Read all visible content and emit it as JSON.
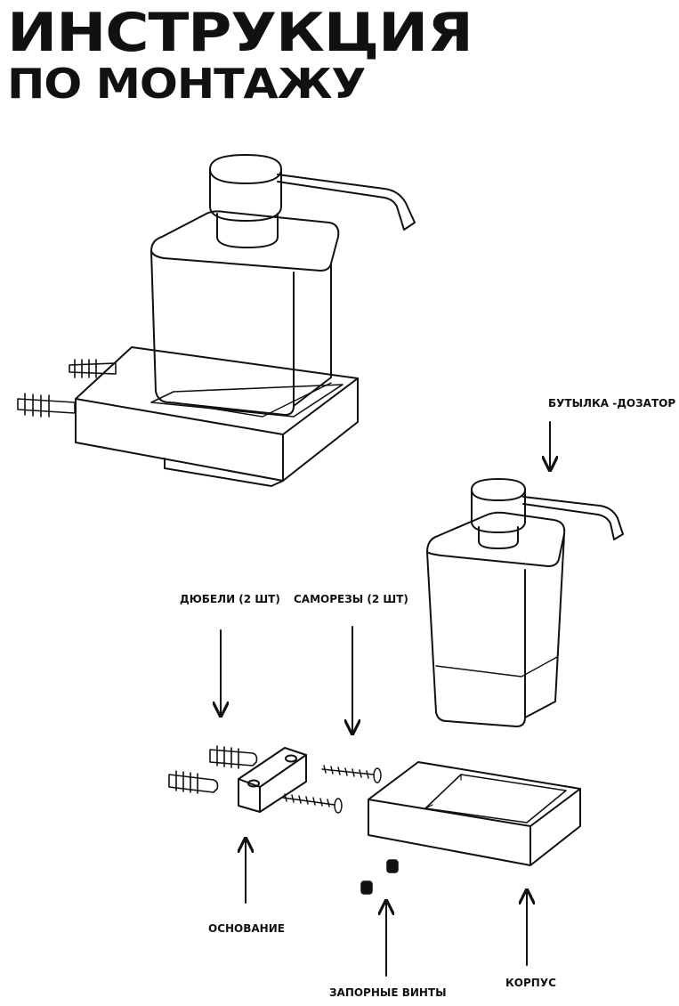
{
  "header": {
    "title_line1": "ИНСТРУКЦИЯ",
    "title_line2": "ПО МОНТАЖУ"
  },
  "labels": {
    "bottle": "БУТЫЛКА -ДОЗАТОР",
    "dowels": "ДЮБЕЛИ (2 ШТ)",
    "screws": "САМОРЕЗЫ (2 ШТ)",
    "base": "ОСНОВАНИЕ",
    "lock_screws": "ЗАПОРНЫЕ ВИНТЫ",
    "body": "КОРПУС"
  },
  "colors": {
    "ink": "#111111",
    "background": "#ffffff"
  }
}
